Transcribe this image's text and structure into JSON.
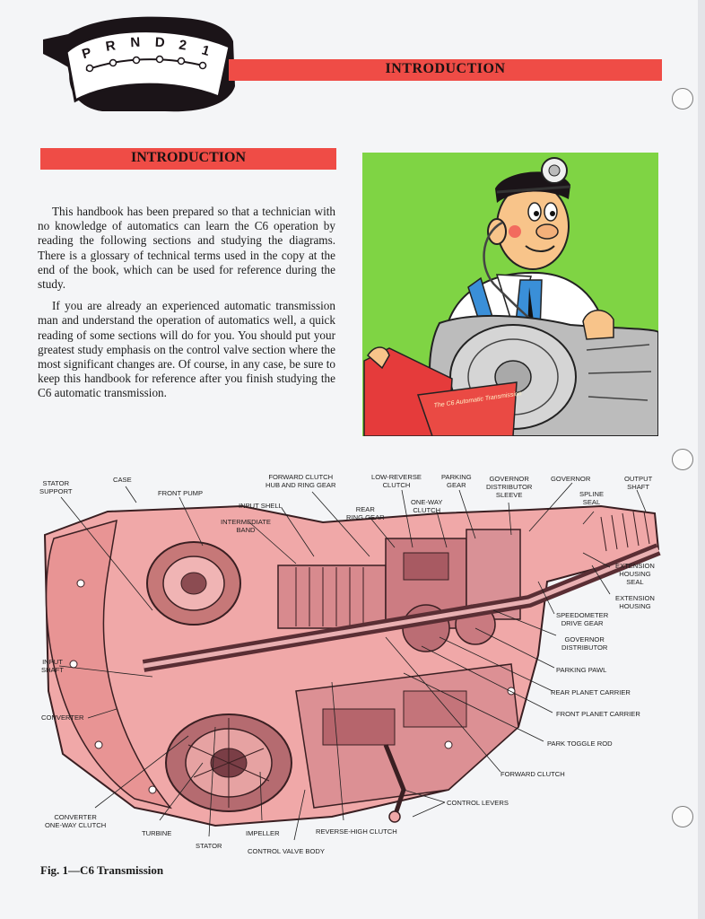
{
  "header": {
    "title": "INTRODUCTION",
    "shift_letters": [
      "P",
      "R",
      "N",
      "D",
      "2",
      "1"
    ]
  },
  "section": {
    "title": "INTRODUCTION",
    "paragraphs": [
      "This handbook has been prepared so that a technician with no knowledge of automatics can learn the C6 operation by reading the following sections and studying the diagrams. There is a glossary of technical terms used in the copy at the end of the book, which can be used for reference during the study.",
      "If you are already an experienced automatic transmission man and understand the operation of automatics well, a quick reading of some sections will do for you. You should put your greatest study emphasis on the control valve section where the most significant changes are. Of course, in any case, be sure to keep this handbook for reference after you finish studying the C6 automatic transmission."
    ]
  },
  "illustration": {
    "book_title": "The C6 Automatic Transmission"
  },
  "diagram": {
    "labels": {
      "stator_support": "STATOR\nSUPPORT",
      "case": "CASE",
      "front_pump": "FRONT PUMP",
      "forward_clutch_hub": "FORWARD CLUTCH\nHUB AND RING GEAR",
      "input_shell": "INPUT SHELL",
      "intermediate_band": "INTERMEDIATE\nBAND",
      "rear_ring_gear": "REAR\nRING GEAR",
      "low_reverse_clutch": "LOW-REVERSE\nCLUTCH",
      "one_way_clutch": "ONE-WAY\nCLUTCH",
      "parking_gear": "PARKING\nGEAR",
      "governor_distributor_sleeve": "GOVERNOR\nDISTRIBUTOR\nSLEEVE",
      "governor": "GOVERNOR",
      "spline_seal": "SPLINE\nSEAL",
      "output_shaft": "OUTPUT\nSHAFT",
      "extension_housing_seal": "EXTENSION\nHOUSING\nSEAL",
      "extension_housing": "EXTENSION\nHOUSING",
      "speedometer_drive_gear": "SPEEDOMETER\nDRIVE GEAR",
      "governor_distributor": "GOVERNOR\nDISTRIBUTOR",
      "parking_pawl": "PARKING PAWL",
      "rear_planet_carrier": "REAR PLANET CARRIER",
      "front_planet_carrier": "FRONT PLANET CARRIER",
      "park_toggle_rod": "PARK TOGGLE ROD",
      "forward_clutch": "FORWARD CLUTCH",
      "control_levers": "CONTROL LEVERS",
      "input_shaft": "INPUT\nSHAFT",
      "converter": "CONVERTER",
      "converter_one_way_clutch": "CONVERTER\nONE-WAY CLUTCH",
      "turbine": "TURBINE",
      "stator": "STATOR",
      "impeller": "IMPELLER",
      "reverse_high_clutch": "REVERSE-HIGH CLUTCH",
      "control_valve_body": "CONTROL VALVE BODY"
    },
    "caption": "Fig. 1—C6 Transmission"
  }
}
